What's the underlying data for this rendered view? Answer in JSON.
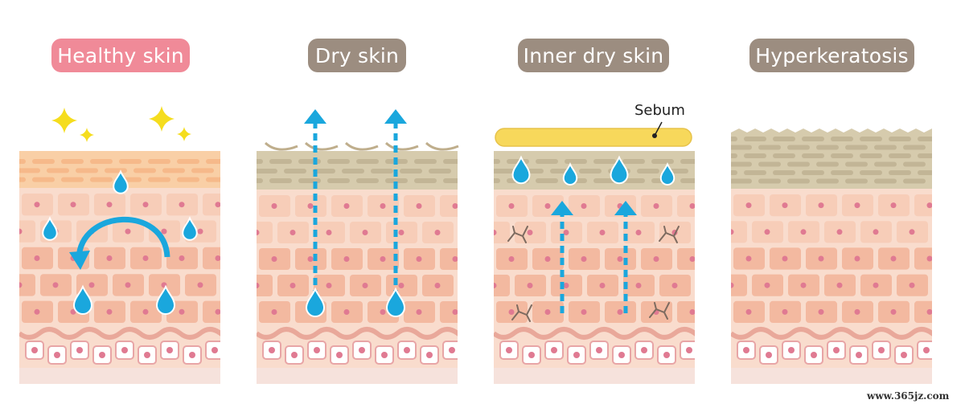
{
  "panels": [
    {
      "title": "Healthy skin",
      "color": "#f08a98"
    },
    {
      "title": "Dry skin",
      "color": "#9c8d80"
    },
    {
      "title": "Inner dry skin",
      "color": "#9c8d80"
    },
    {
      "title": "Hyperkeratosis",
      "color": "#9c8d80"
    }
  ],
  "sebum_label": "Sebum",
  "watermark": "www.365jz.com",
  "colors": {
    "skin_cell": "#f3b9a0",
    "skin_bg": "#f9dccd",
    "nucleus": "#e07a92",
    "stratum_healthy": "#f9cfa6",
    "stratum_dry": "#d6cbad",
    "scale": "#c2b596",
    "water": "#1aa7dd",
    "sebum": "#f7d85b",
    "sparkle": "#f5dd1e"
  }
}
